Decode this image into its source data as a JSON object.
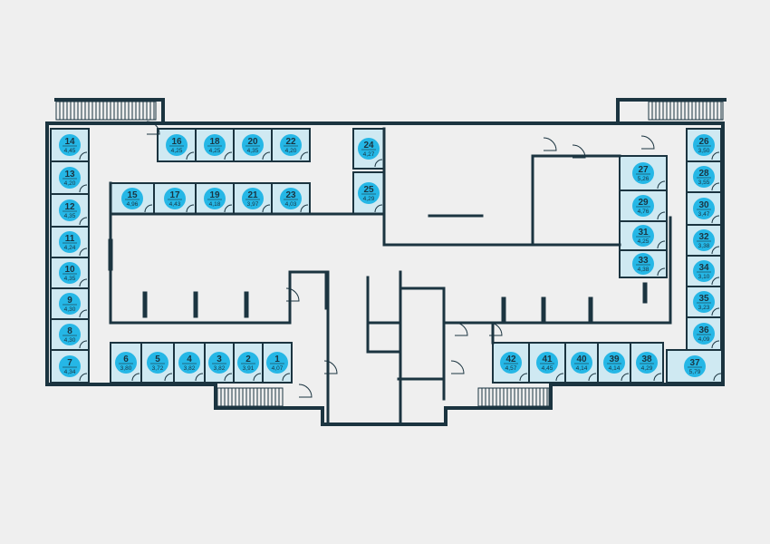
{
  "colors": {
    "background": "#efefef",
    "wall": "#1b3440",
    "unit_fill": "#cfe9f2",
    "badge": "#25b7e6"
  },
  "units": [
    {
      "id": "1",
      "area": "4,07"
    },
    {
      "id": "2",
      "area": "3,91"
    },
    {
      "id": "3",
      "area": "3,82"
    },
    {
      "id": "4",
      "area": "3,82"
    },
    {
      "id": "5",
      "area": "3,72"
    },
    {
      "id": "6",
      "area": "3,80"
    },
    {
      "id": "7",
      "area": "4,34"
    },
    {
      "id": "8",
      "area": "4,30"
    },
    {
      "id": "9",
      "area": "4,30"
    },
    {
      "id": "10",
      "area": "4,35"
    },
    {
      "id": "11",
      "area": "4,24"
    },
    {
      "id": "12",
      "area": "4,35"
    },
    {
      "id": "13",
      "area": "4,20"
    },
    {
      "id": "14",
      "area": "4,45"
    },
    {
      "id": "15",
      "area": "4,96"
    },
    {
      "id": "16",
      "area": "4,25"
    },
    {
      "id": "17",
      "area": "4,43"
    },
    {
      "id": "18",
      "area": "4,25"
    },
    {
      "id": "19",
      "area": "4,18"
    },
    {
      "id": "20",
      "area": "4,35"
    },
    {
      "id": "21",
      "area": "3,97"
    },
    {
      "id": "22",
      "area": "4,20"
    },
    {
      "id": "23",
      "area": "4,03"
    },
    {
      "id": "24",
      "area": "4,27"
    },
    {
      "id": "25",
      "area": "4,29"
    },
    {
      "id": "26",
      "area": "3,50"
    },
    {
      "id": "27",
      "area": "5,26"
    },
    {
      "id": "28",
      "area": "3,55"
    },
    {
      "id": "29",
      "area": "4,76"
    },
    {
      "id": "30",
      "area": "3,47"
    },
    {
      "id": "31",
      "area": "4,25"
    },
    {
      "id": "32",
      "area": "3,38"
    },
    {
      "id": "33",
      "area": "4,38"
    },
    {
      "id": "34",
      "area": "3,10"
    },
    {
      "id": "35",
      "area": "3,23"
    },
    {
      "id": "36",
      "area": "4,09"
    },
    {
      "id": "37",
      "area": "5,79"
    },
    {
      "id": "38",
      "area": "4,29"
    },
    {
      "id": "39",
      "area": "4,14"
    },
    {
      "id": "40",
      "area": "4,14"
    },
    {
      "id": "41",
      "area": "4,45"
    },
    {
      "id": "42",
      "area": "4,57"
    }
  ]
}
